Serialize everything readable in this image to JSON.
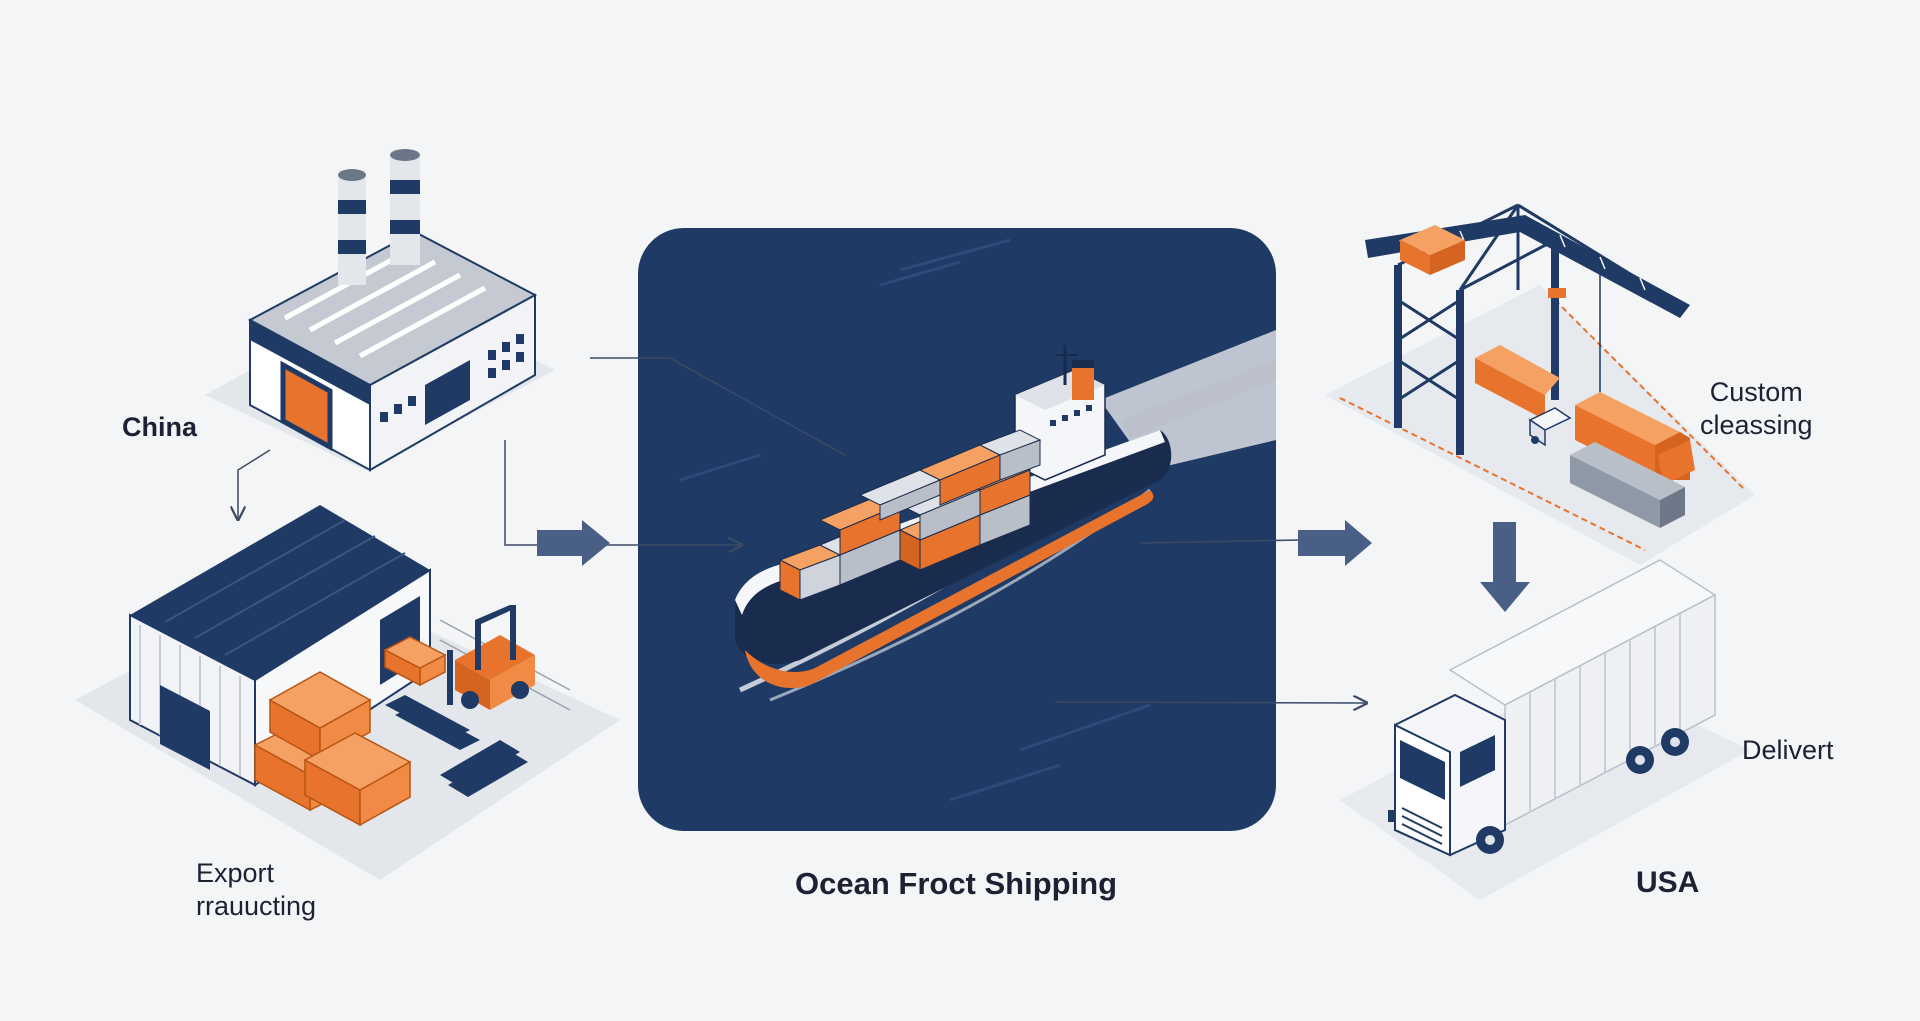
{
  "labels": {
    "origin": "China",
    "export_line1": "Export",
    "export_line2": "rrauucting",
    "shipping": "Ocean Froct Shipping",
    "customs_line1": "Custom",
    "customs_line2": "cleassing",
    "delivery": "Delivert",
    "destination": "USA"
  },
  "colors": {
    "navy": "#1f3a64",
    "orange": "#e8732c",
    "gray": "#b9bfc8",
    "light": "#e6e9ee",
    "background": "#f4f5f6"
  },
  "icons": [
    "factory-icon",
    "warehouse-icon",
    "forklift-icon",
    "container-ship-icon",
    "gantry-crane-icon",
    "truck-icon",
    "arrow-icon"
  ]
}
